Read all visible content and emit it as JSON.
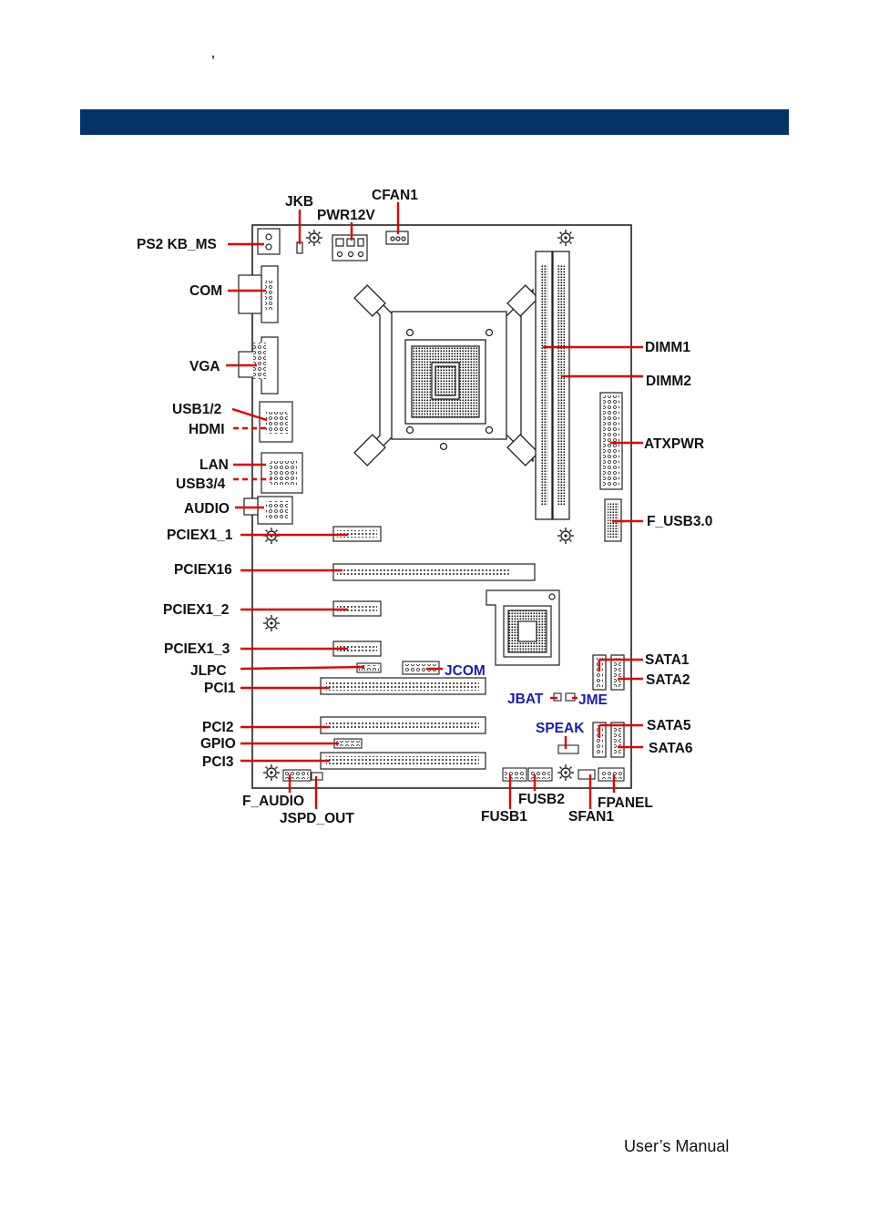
{
  "header": {
    "mark": "’"
  },
  "footer": {
    "manual": "User’s Manual"
  },
  "labels": {
    "jkb": "JKB",
    "cfan1": "CFAN1",
    "pwr12v": "PWR12V",
    "ps2": "PS2 KB_MS",
    "com": "COM",
    "vga": "VGA",
    "usb12": "USB1/2",
    "hdmi": "HDMI",
    "lan": "LAN",
    "usb34": "USB3/4",
    "audio": "AUDIO",
    "pciex1_1": "PCIEX1_1",
    "pciex16": "PCIEX16",
    "pciex1_2": "PCIEX1_2",
    "pciex1_3": "PCIEX1_3",
    "jlpc": "JLPC",
    "jcom": "JCOM",
    "pci1": "PCI1",
    "pci2": "PCI2",
    "gpio": "GPIO",
    "pci3": "PCI3",
    "jbat": "JBAT",
    "jme": "JME",
    "speak": "SPEAK",
    "dimm1": "DIMM1",
    "dimm2": "DIMM2",
    "atxpwr": "ATXPWR",
    "fusb30": "F_USB3.0",
    "sata1": "SATA1",
    "sata2": "SATA2",
    "sata5": "SATA5",
    "sata6": "SATA6",
    "faudio": "F_AUDIO",
    "jspd": "JSPD_OUT",
    "fusb2": "FUSB2",
    "fusb1": "FUSB1",
    "sfan1": "SFAN1",
    "fpanel": "FPANEL"
  },
  "colors": {
    "banner": "#003366",
    "leader": "#e00000",
    "blue_label": "#1a1ab8"
  }
}
